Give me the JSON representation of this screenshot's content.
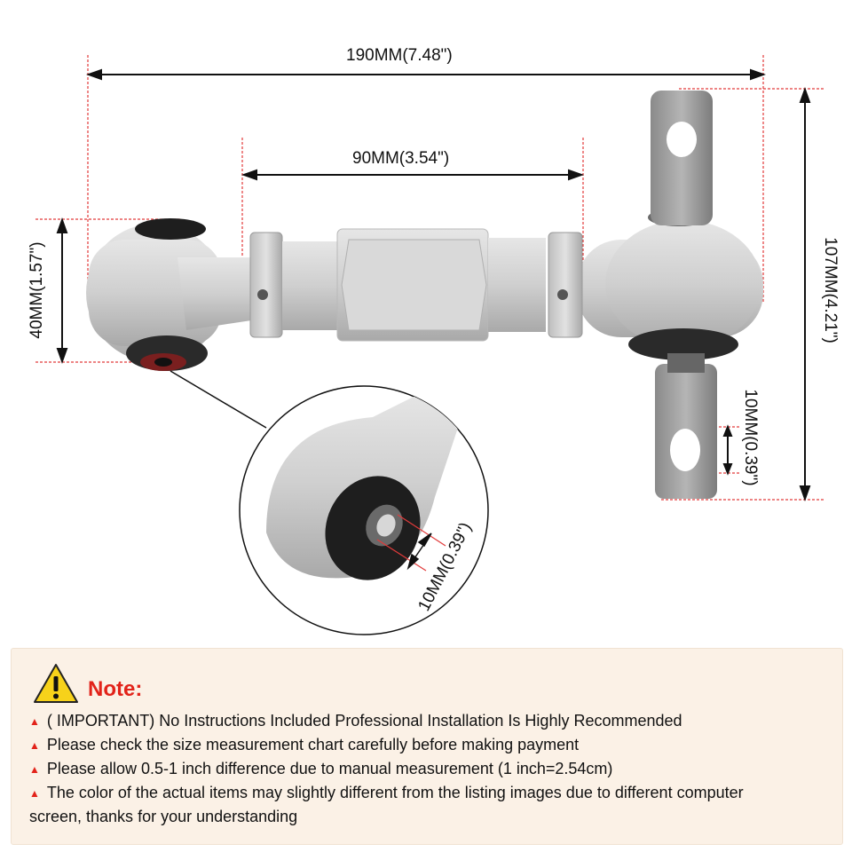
{
  "dimensions": {
    "overall_length": "190MM(7.48\")",
    "adjust_length": "90MM(3.54\")",
    "bushing_height": "40MM(1.57\")",
    "total_height": "107MM(4.21\")",
    "tab_hole": "10MM(0.39\")",
    "bushing_bore": "10MM(0.39\")"
  },
  "note": {
    "title": "Note:",
    "bullet_icon": "red-triangle",
    "items": [
      "( IMPORTANT) No Instructions Included Professional Installation Is Highly Recommended",
      "Please check the size measurement chart carefully before making payment",
      "Please allow 0.5-1 inch difference due to manual measurement (1 inch=2.54cm)",
      "The color of the actual items may slightly different from the listing images due to different computer",
      "screen, thanks for your understanding"
    ]
  },
  "colors": {
    "accent": "#e2231a",
    "dim_line": "#e23a3a",
    "metal": "#c9c9c9",
    "note_bg": "#fbf1e6"
  }
}
